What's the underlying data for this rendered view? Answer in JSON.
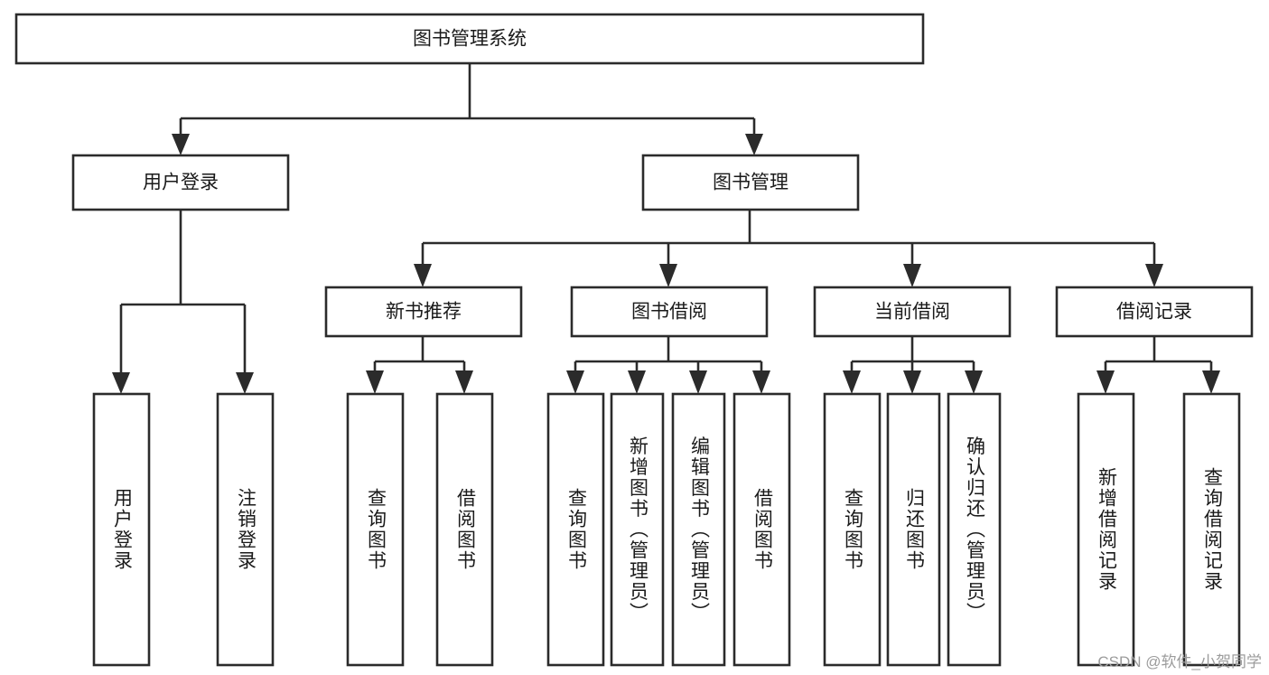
{
  "diagram": {
    "type": "tree-hierarchy",
    "title": "图书管理系统",
    "watermark": "CSDN @软件_小贺同学",
    "colors": {
      "background": "#ffffff",
      "stroke": "#2b2b2b",
      "box_fill": "#ffffff",
      "text": "#1a1a1a",
      "watermark": "#9c9c9c"
    },
    "root": {
      "id": "root",
      "label": "图书管理系统",
      "orientation": "horizontal"
    },
    "level2": [
      {
        "id": "user-login",
        "label": "用户登录",
        "orientation": "horizontal"
      },
      {
        "id": "book-management",
        "label": "图书管理",
        "orientation": "horizontal"
      }
    ],
    "level3": [
      {
        "id": "new-book-recommend",
        "label": "新书推荐",
        "orientation": "horizontal",
        "parent": "book-management"
      },
      {
        "id": "book-borrow",
        "label": "图书借阅",
        "orientation": "horizontal",
        "parent": "book-management"
      },
      {
        "id": "current-borrow",
        "label": "当前借阅",
        "orientation": "horizontal",
        "parent": "book-management"
      },
      {
        "id": "borrow-record",
        "label": "借阅记录",
        "orientation": "horizontal",
        "parent": "book-management"
      }
    ],
    "leaves": {
      "user-login": [
        {
          "id": "leaf-user-login",
          "label": "用户登录",
          "orientation": "vertical"
        },
        {
          "id": "leaf-user-logout",
          "label": "注销登录",
          "orientation": "vertical"
        }
      ],
      "new-book-recommend": [
        {
          "id": "leaf-query-book-1",
          "label": "查询图书",
          "orientation": "vertical"
        },
        {
          "id": "leaf-borrow-book-1",
          "label": "借阅图书",
          "orientation": "vertical"
        }
      ],
      "book-borrow": [
        {
          "id": "leaf-query-book-2",
          "label": "查询图书",
          "orientation": "vertical"
        },
        {
          "id": "leaf-add-book",
          "label": "新增图书（管理员）",
          "orientation": "vertical"
        },
        {
          "id": "leaf-edit-book",
          "label": "编辑图书（管理员）",
          "orientation": "vertical"
        },
        {
          "id": "leaf-borrow-book-2",
          "label": "借阅图书",
          "orientation": "vertical"
        }
      ],
      "current-borrow": [
        {
          "id": "leaf-query-book-3",
          "label": "查询图书",
          "orientation": "vertical"
        },
        {
          "id": "leaf-return-book",
          "label": "归还图书",
          "orientation": "vertical"
        },
        {
          "id": "leaf-confirm-return",
          "label": "确认归还（管理员）",
          "orientation": "vertical"
        }
      ],
      "borrow-record": [
        {
          "id": "leaf-add-record",
          "label": "新增借阅记录",
          "orientation": "vertical"
        },
        {
          "id": "leaf-query-record",
          "label": "查询借阅记录",
          "orientation": "vertical"
        }
      ]
    }
  }
}
